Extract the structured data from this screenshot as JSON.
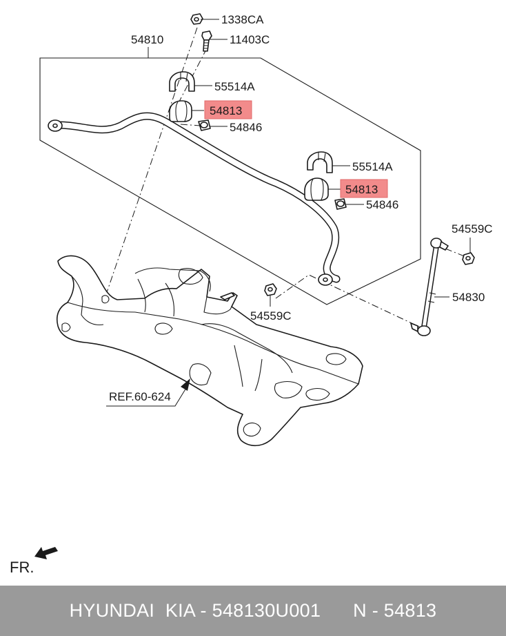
{
  "callouts": {
    "nut_top": "1338CA",
    "bolt": "11403C",
    "stabilizer_bar": "54810",
    "bracket_1": "55514A",
    "bushing_1": "54813",
    "clip_1": "54846",
    "bracket_2": "55514A",
    "bushing_2": "54813",
    "clip_2": "54846",
    "nut_link_top": "54559C",
    "link": "54830",
    "nut_link_bottom": "54559C",
    "reference": "REF.60-624"
  },
  "direction_label": "FR.",
  "footer": {
    "text": "HYUNDAI  KIA - 548130U001      N - 54813"
  },
  "colors": {
    "highlight": "#f28b8b",
    "footer_bg": "#9a9a9a",
    "footer_text": "#ffffff"
  }
}
